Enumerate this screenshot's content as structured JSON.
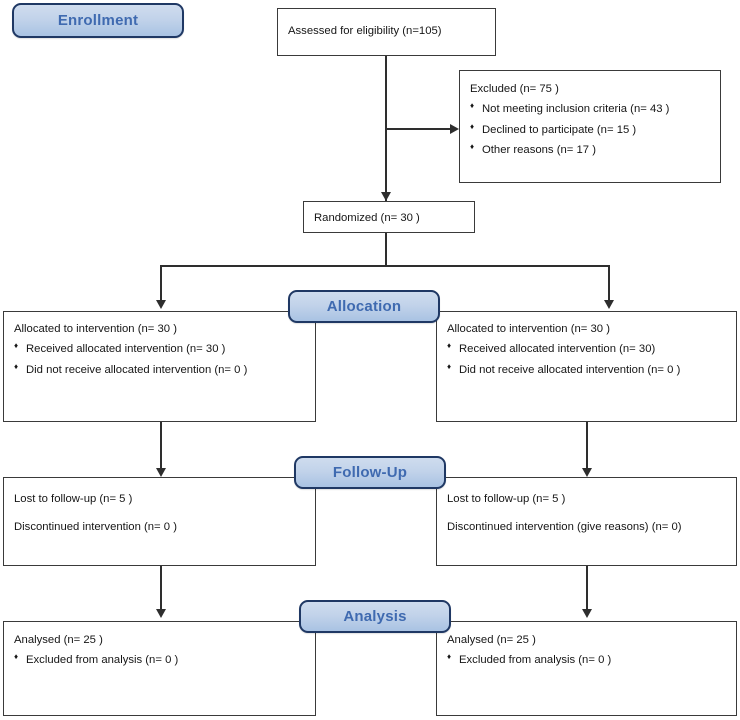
{
  "diagram": {
    "title": "CONSORT participant flow diagram",
    "accent_blue": "#a9c3e3",
    "label_text_color": "#3f6ab0",
    "border_color": "#1f3864",
    "box_border_color": "#3a3a3a"
  },
  "stage_labels": {
    "enrollment": "Enrollment",
    "allocation": "Allocation",
    "followup": "Follow-Up",
    "analysis": "Analysis"
  },
  "enrollment": {
    "assessed": "Assessed for eligibility (n=105)",
    "excluded_heading": "Excluded  (n= 75 )",
    "excluded_reasons": [
      "Not meeting inclusion criteria (n= 43 )",
      "Declined to participate (n= 15  )",
      "Other reasons (n= 17 )"
    ],
    "randomized": "Randomized (n= 30  )"
  },
  "allocation": {
    "left": {
      "heading": "Allocated to intervention (n= 30 )",
      "items": [
        "Received allocated intervention (n= 30 )",
        "Did not receive allocated intervention  (n= 0 )"
      ]
    },
    "right": {
      "heading": "Allocated to intervention (n= 30  )",
      "items": [
        "Received allocated intervention (n=  30)",
        "Did not receive allocated intervention  (n= 0 )"
      ]
    }
  },
  "followup": {
    "left": {
      "lost": "Lost to follow-up (n= 5 )",
      "discontinued": "Discontinued intervention (n= 0 )"
    },
    "right": {
      "lost": "Lost to follow-up (n= 5 )",
      "discontinued": "Discontinued intervention (give reasons) (n= 0)"
    }
  },
  "analysis": {
    "left": {
      "heading": "Analysed  (n= 25 )",
      "items": [
        "Excluded from analysis  (n= 0  )"
      ]
    },
    "right": {
      "heading": "Analysed  (n= 25 )",
      "items": [
        "Excluded from analysis (n= 0 )"
      ]
    }
  }
}
